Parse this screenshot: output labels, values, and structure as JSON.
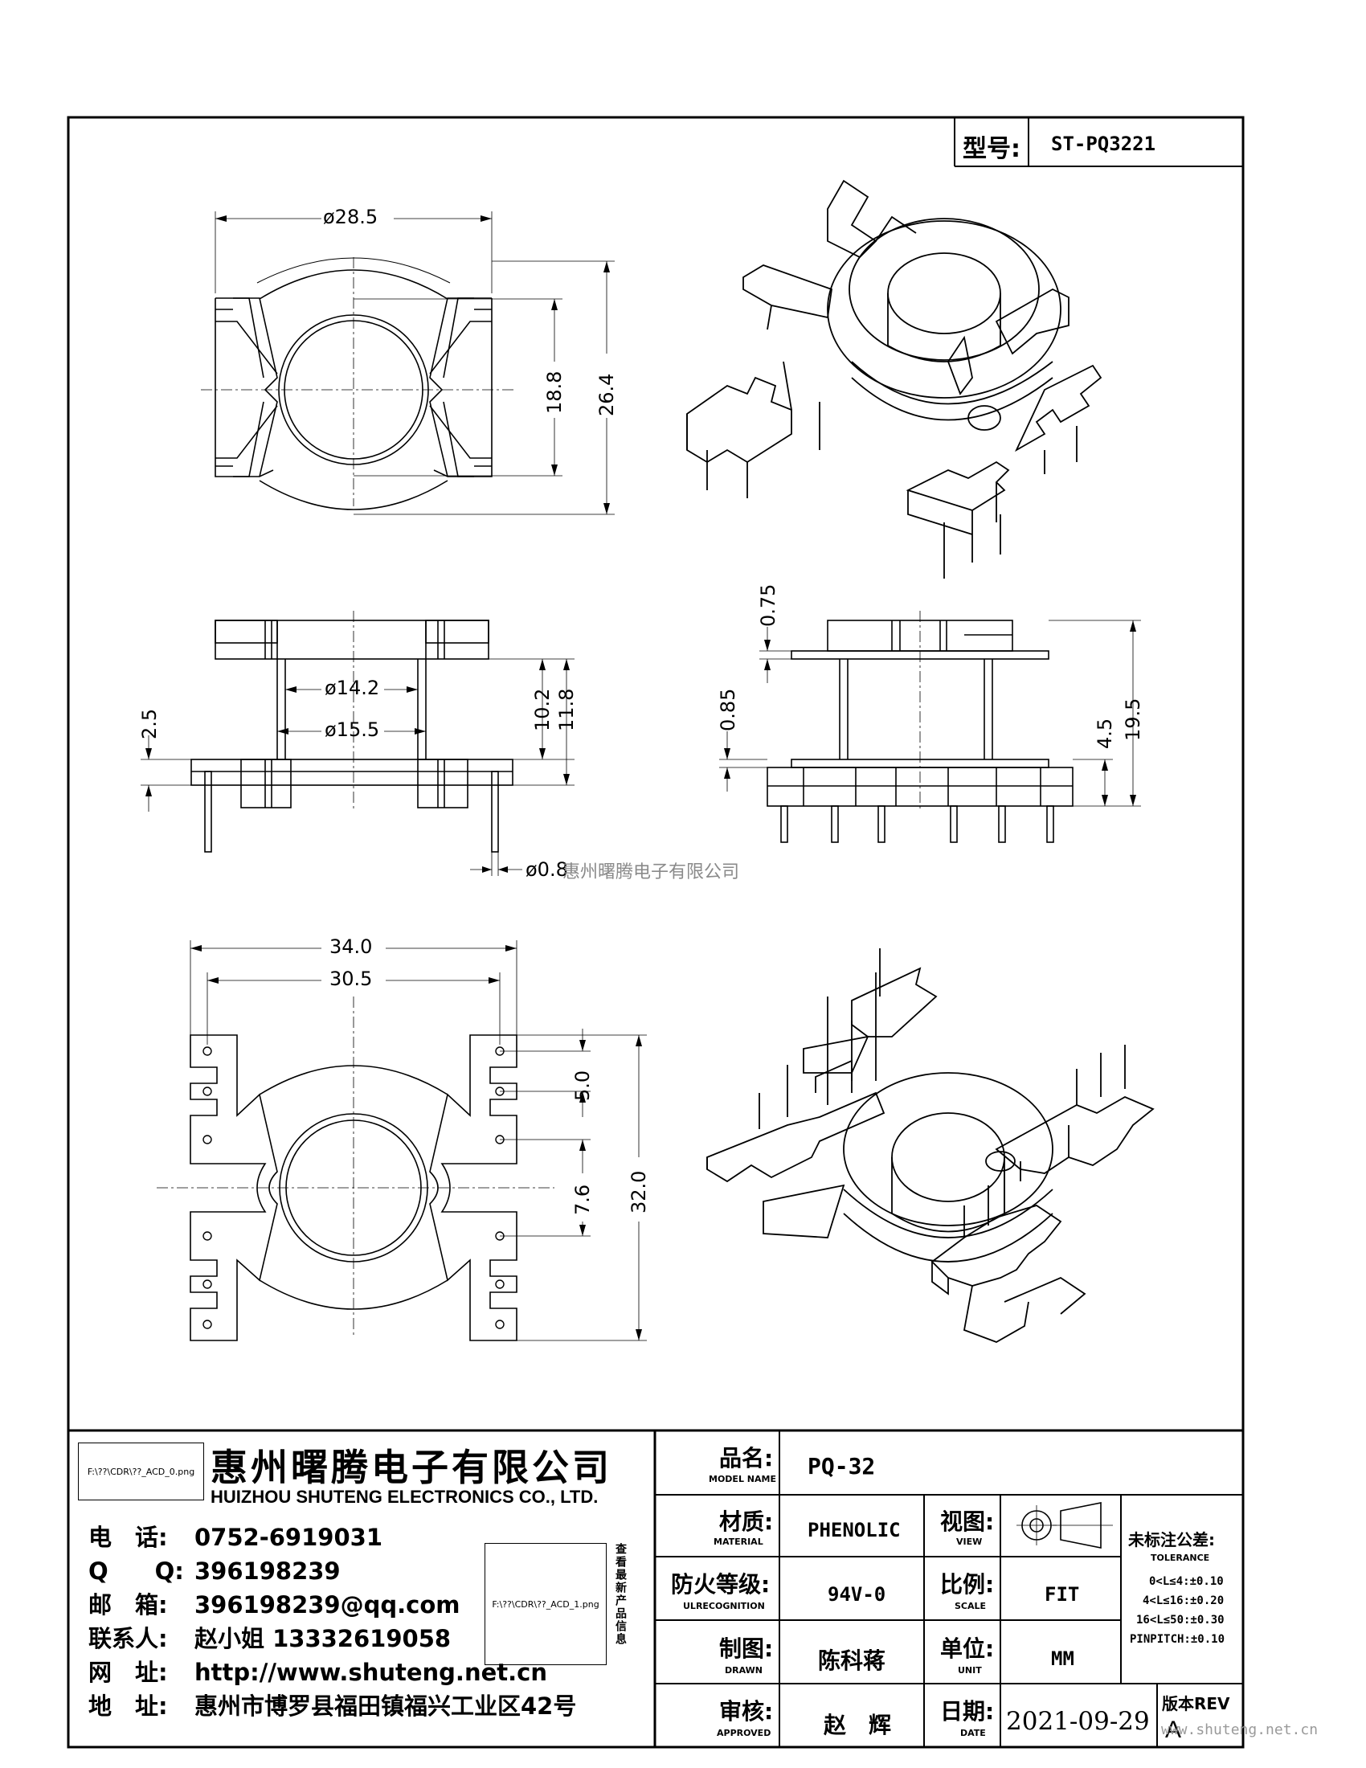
{
  "header": {
    "model_label": "型号:",
    "model_value": "ST-PQ3221"
  },
  "top_view": {
    "dia_outer": "ø28.5",
    "dim_height_inner": "18.8",
    "dim_height_outer": "26.4"
  },
  "side_view_left": {
    "dia_inner": "ø14.2",
    "dia_outer": "ø15.5",
    "dim_left": "2.5",
    "dim_102": "10.2",
    "dim_118": "11.8",
    "pin_dia": "ø0.8"
  },
  "watermark_center": "惠州曙腾电子有限公司",
  "side_view_right": {
    "dim_075": "0.75",
    "dim_085": "0.85",
    "dim_45": "4.5",
    "dim_195": "19.5"
  },
  "bottom_view": {
    "dim_width_outer": "34.0",
    "dim_width_inner": "30.5",
    "dim_pitch": "5.0",
    "dim_gap": "7.6",
    "dim_height": "32.0"
  },
  "company": {
    "logo_placeholder": "F:\\??\\CDR\\??_ACD_0.png",
    "name_cn": "惠州曙腾电子有限公司",
    "name_en": "HUIZHOU SHUTENG ELECTRONICS CO., LTD.",
    "qr_placeholder": "F:\\??\\CDR\\??_ACD_1.png",
    "qr_caption": "查看最新产品信息",
    "contacts": [
      {
        "label": "电　话:",
        "value": "0752-6919031"
      },
      {
        "label": "Q　　Q:",
        "value": "396198239"
      },
      {
        "label": "邮　箱:",
        "value": "396198239@qq.com"
      },
      {
        "label": "联系人:",
        "value": "赵小姐 13332619058"
      },
      {
        "label": "网　址:",
        "value": "http://www.shuteng.net.cn"
      },
      {
        "label": "地　址:",
        "value": "惠州市博罗县福田镇福兴工业区42号"
      }
    ]
  },
  "titleblock": {
    "product_label": "品名:",
    "product_label_en": "MODEL NAME",
    "product_value": "PQ-32",
    "material_label": "材质:",
    "material_label_en": "MATERIAL",
    "material_value": "PHENOLIC",
    "view_label": "视图:",
    "view_label_en": "VIEW",
    "fire_label": "防火等级:",
    "fire_label_en": "ULRECOGNITION",
    "fire_value": "94V-0",
    "scale_label": "比例:",
    "scale_label_en": "SCALE",
    "scale_value": "FIT",
    "drawn_label": "制图:",
    "drawn_label_en": "DRAWN",
    "drawn_value": "陈科蒋",
    "unit_label": "单位:",
    "unit_label_en": "UNIT",
    "unit_value": "MM",
    "approved_label": "审核:",
    "approved_label_en": "APPROVED",
    "approved_value": "赵　辉",
    "date_label": "日期:",
    "date_label_en": "DATE",
    "date_value": "2021-09-29",
    "rev_label": "版本REV",
    "rev_value": "A",
    "tolerance_title": "未标注公差:",
    "tolerance_en": "TOLERANCE",
    "tolerance_rows": [
      "0<L≤4:±0.10",
      "4<L≤16:±0.20",
      "16<L≤50:±0.30",
      "PINPITCH:±0.10"
    ]
  },
  "watermark_corner": "www.shuteng.net.cn"
}
